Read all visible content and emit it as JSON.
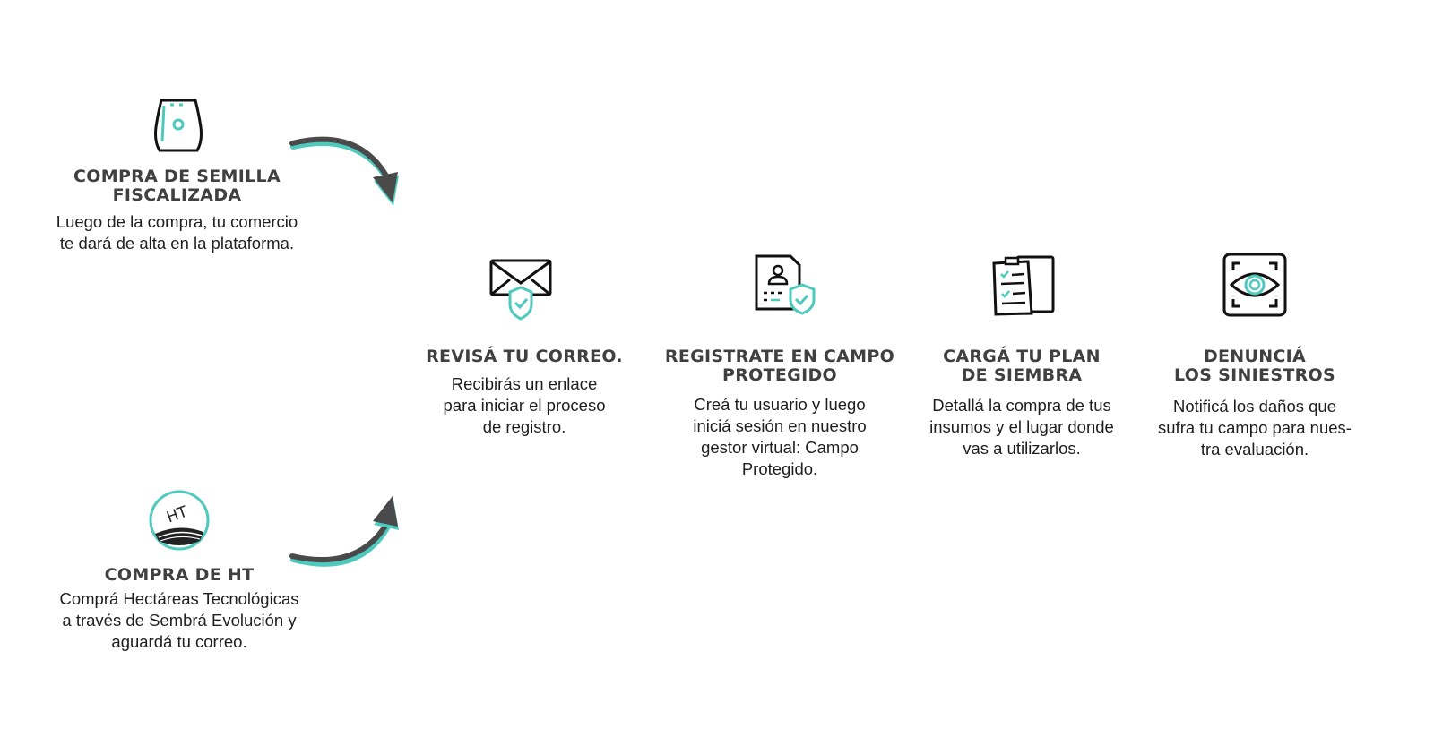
{
  "colors": {
    "accent": "#4ec9bd",
    "dark": "#111111",
    "title": "#404040",
    "arrow": "#4a4a4a"
  },
  "entries": [
    {
      "icon": "seed-bag-icon",
      "title_lines": [
        "COMPRA DE SEMILLA",
        "FISCALIZADA"
      ],
      "desc_lines": [
        "Luego de la compra, tu comercio",
        "te dará de alta en la plataforma."
      ]
    },
    {
      "icon": "ht-badge-icon",
      "icon_text": "HT",
      "title_lines": [
        "COMPRA DE HT"
      ],
      "desc_lines": [
        "Comprá Hectáreas Tecnológicas",
        "a través de Sembrá Evolución y",
        "aguardá tu correo."
      ]
    }
  ],
  "steps": [
    {
      "icon": "envelope-shield-icon",
      "title_lines": [
        "REVISÁ TU CORREO."
      ],
      "desc_lines": [
        "Recibirás un enlace",
        "para iniciar el proceso",
        "de registro."
      ]
    },
    {
      "icon": "user-document-shield-icon",
      "title_lines": [
        "REGISTRATE EN CAMPO",
        "PROTEGIDO"
      ],
      "desc_lines": [
        "Creá tu usuario y luego",
        "iniciá sesión en nuestro",
        "gestor virtual: Campo",
        "Protegido."
      ]
    },
    {
      "icon": "clipboard-checklist-icon",
      "title_lines": [
        "CARGÁ TU PLAN",
        "DE SIEMBRA"
      ],
      "desc_lines": [
        "Detallá la compra de tus",
        "insumos y el lugar donde",
        "vas a utilizarlos."
      ]
    },
    {
      "icon": "eye-scan-icon",
      "title_lines": [
        "DENUNCIÁ",
        "LOS SINIESTROS"
      ],
      "desc_lines": [
        "Notificá los daños que",
        "sufra tu campo para nues-",
        "tra evaluación."
      ]
    }
  ]
}
